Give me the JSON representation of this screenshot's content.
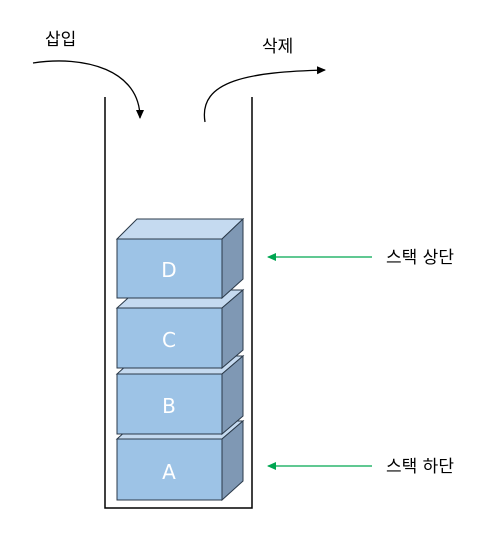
{
  "labels": {
    "push": "삽입",
    "pop": "삭제",
    "top": "스택 상단",
    "bottom": "스택 하단"
  },
  "blocks": [
    "A",
    "B",
    "C",
    "D"
  ],
  "colors": {
    "block_front": "#9dc3e6",
    "block_top": "#c5daf0",
    "block_side": "#7f98b4",
    "block_stroke": "#2b3a4a",
    "pointer_arrow": "#00a651",
    "flow_arrow": "#000000",
    "container": "#000000"
  }
}
